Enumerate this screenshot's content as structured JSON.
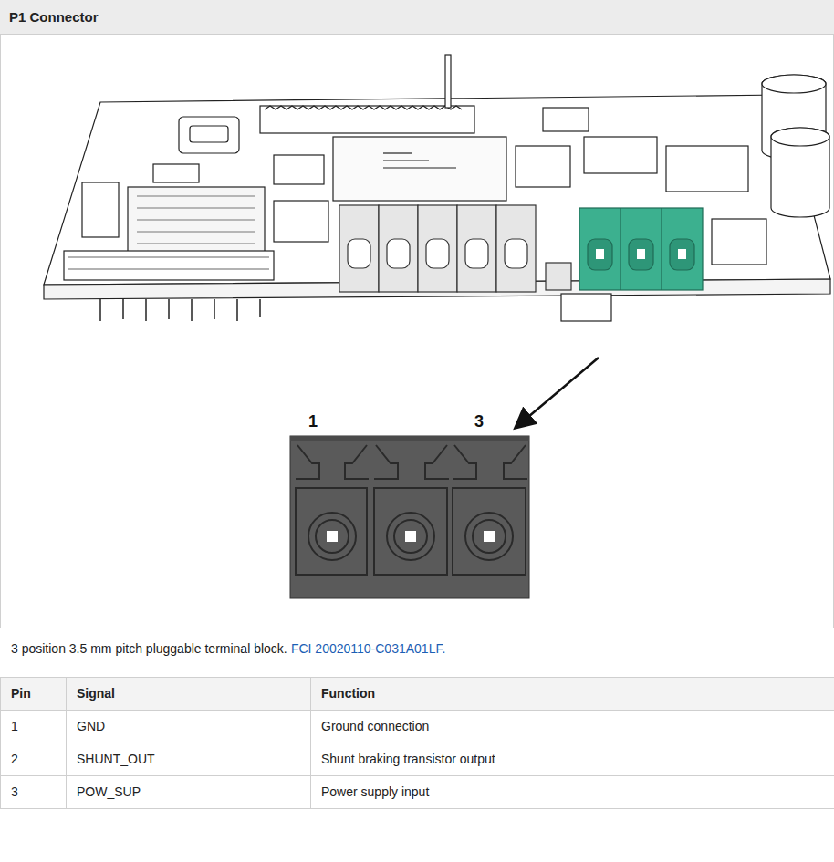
{
  "diagram": {
    "title": "P1 Connector",
    "labels": [
      "1",
      "3",
      "3 position 3.5 mm pitch pluggable terminal block.",
      "FCI 20020110-C031A01LF.",
      "Pin",
      "Signal",
      "Function",
      "1",
      "GND",
      "Ground connection",
      "2",
      "SHUNT_OUT",
      "Shunt braking transistor output",
      "3",
      "POW_SUP",
      "Power supply input"
    ]
  }
}
